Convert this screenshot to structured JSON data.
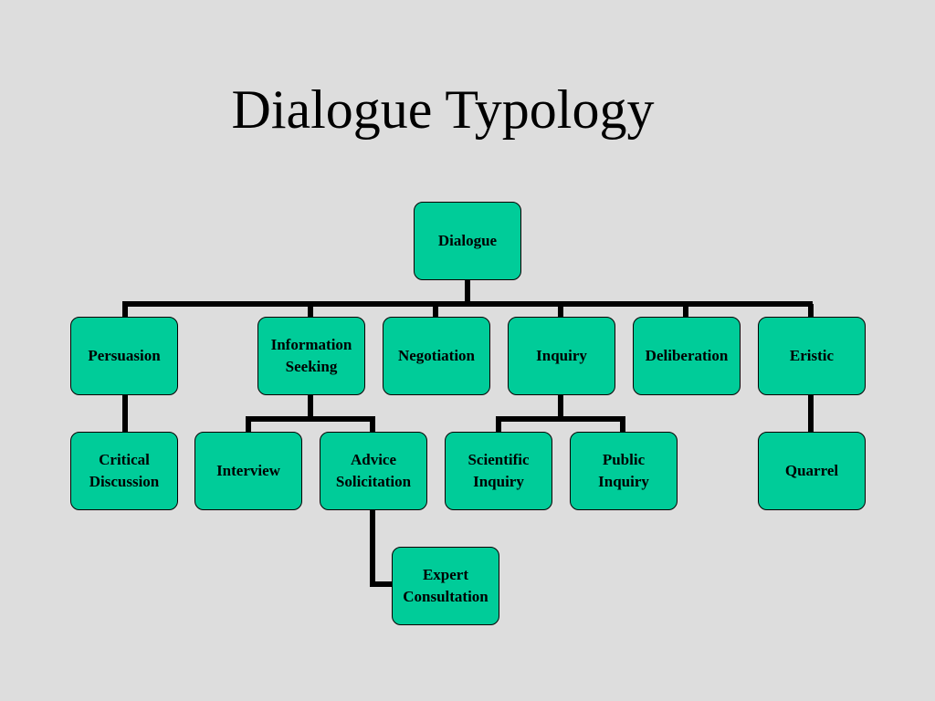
{
  "slide": {
    "title": "Dialogue Typology"
  },
  "colors": {
    "background": "#dddddd",
    "node_fill": "#00cc99",
    "connector": "#000000"
  },
  "tree": {
    "root": "Dialogue",
    "types": {
      "persuasion": "Persuasion",
      "information_seeking": "Information\nSeeking",
      "negotiation": "Negotiation",
      "inquiry": "Inquiry",
      "deliberation": "Deliberation",
      "eristic": "Eristic"
    },
    "subtypes": {
      "critical_discussion": "Critical\nDiscussion",
      "interview": "Interview",
      "advice_solicitation": "Advice\nSolicitation",
      "scientific_inquiry": "Scientific\nInquiry",
      "public_inquiry": "Public\nInquiry",
      "quarrel": "Quarrel",
      "expert_consultation": "Expert\nConsultation"
    }
  }
}
